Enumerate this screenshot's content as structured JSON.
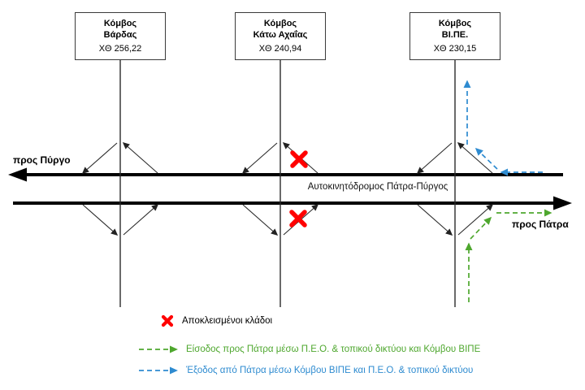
{
  "diagram": {
    "motorway_label": "Αυτοκινητόδρομος Πάτρα-Πύργος",
    "direction_left_label": "προς Πύργο",
    "direction_right_label": "προς Πάτρα",
    "nodes": [
      {
        "type": "Κόμβος",
        "name": "Βάρδας",
        "chainage": "ΧΘ 256,22"
      },
      {
        "type": "Κόμβος",
        "name": "Κάτω Αχαΐας",
        "chainage": "ΧΘ 240,94"
      },
      {
        "type": "Κόμβος",
        "name": "ΒΙ.ΠΕ.",
        "chainage": "ΧΘ 230,15"
      }
    ],
    "closed_branches": {
      "junction": "Κόμβος Κάτω Αχαΐας",
      "count": 2
    },
    "legend": [
      {
        "symbol": "red-x",
        "label": "Αποκλεισμένοι κλάδοι"
      },
      {
        "symbol": "green-dashed-arrow",
        "label": "Είσοδος προς Πάτρα μέσω Π.Ε.Ο. & τοπικού δικτύου και Κόμβου ΒΙΠΕ"
      },
      {
        "symbol": "blue-dashed-arrow",
        "label": "Έξοδος από Πάτρα μέσω Κόμβου ΒΙΠΕ και Π.Ε.Ο. & τοπικού δικτύου"
      }
    ],
    "colors": {
      "closed_branch": "#ff0000",
      "entry_route": "#4ea72e",
      "exit_route": "#2e8bd0",
      "road": "#000000"
    }
  }
}
